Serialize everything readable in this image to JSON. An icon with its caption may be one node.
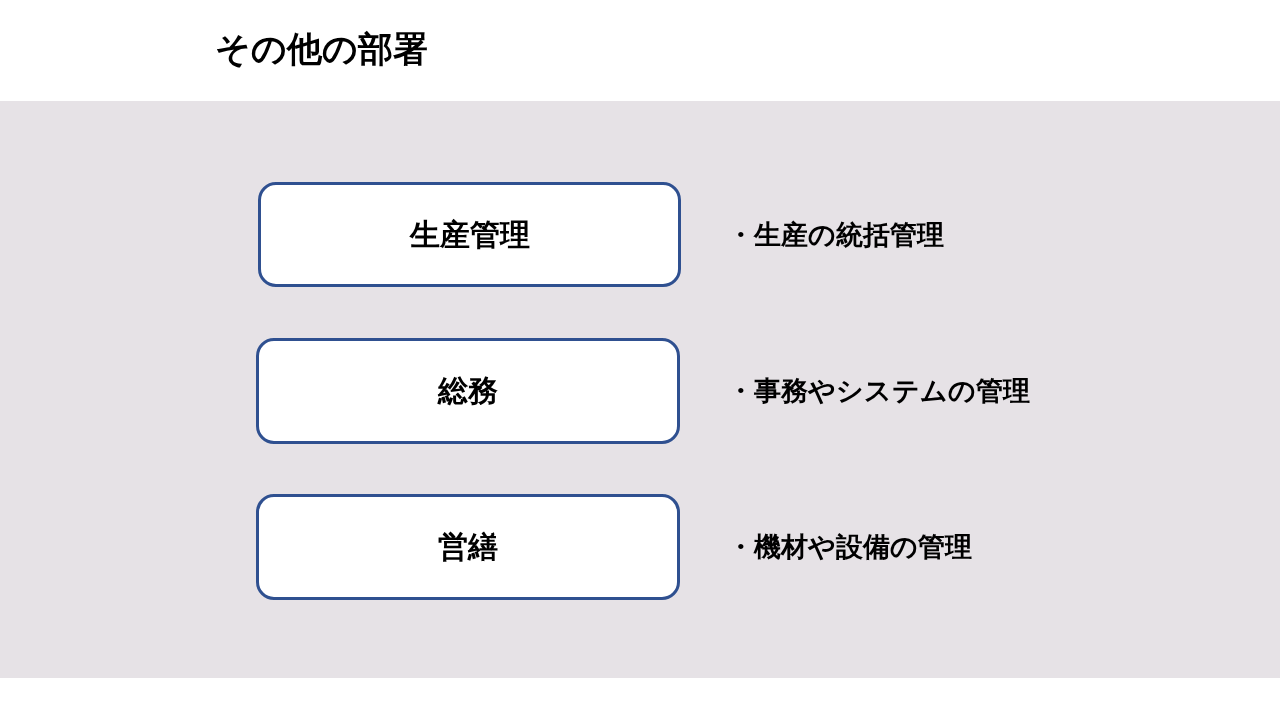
{
  "diagram": {
    "title": "その他の部署",
    "nodes": [
      {
        "text": [],
        "shape": "band"
      },
      {
        "text": [
          "生産管理"
        ],
        "in": 0,
        "beside": [
          "・生産の統括管理"
        ]
      },
      {
        "text": [
          "総務"
        ],
        "in": 0,
        "beside": [
          "・事務やシステムの管理"
        ]
      },
      {
        "text": [
          "営繕"
        ],
        "in": 0,
        "beside": [
          "・機材や設備の管理"
        ]
      }
    ]
  }
}
